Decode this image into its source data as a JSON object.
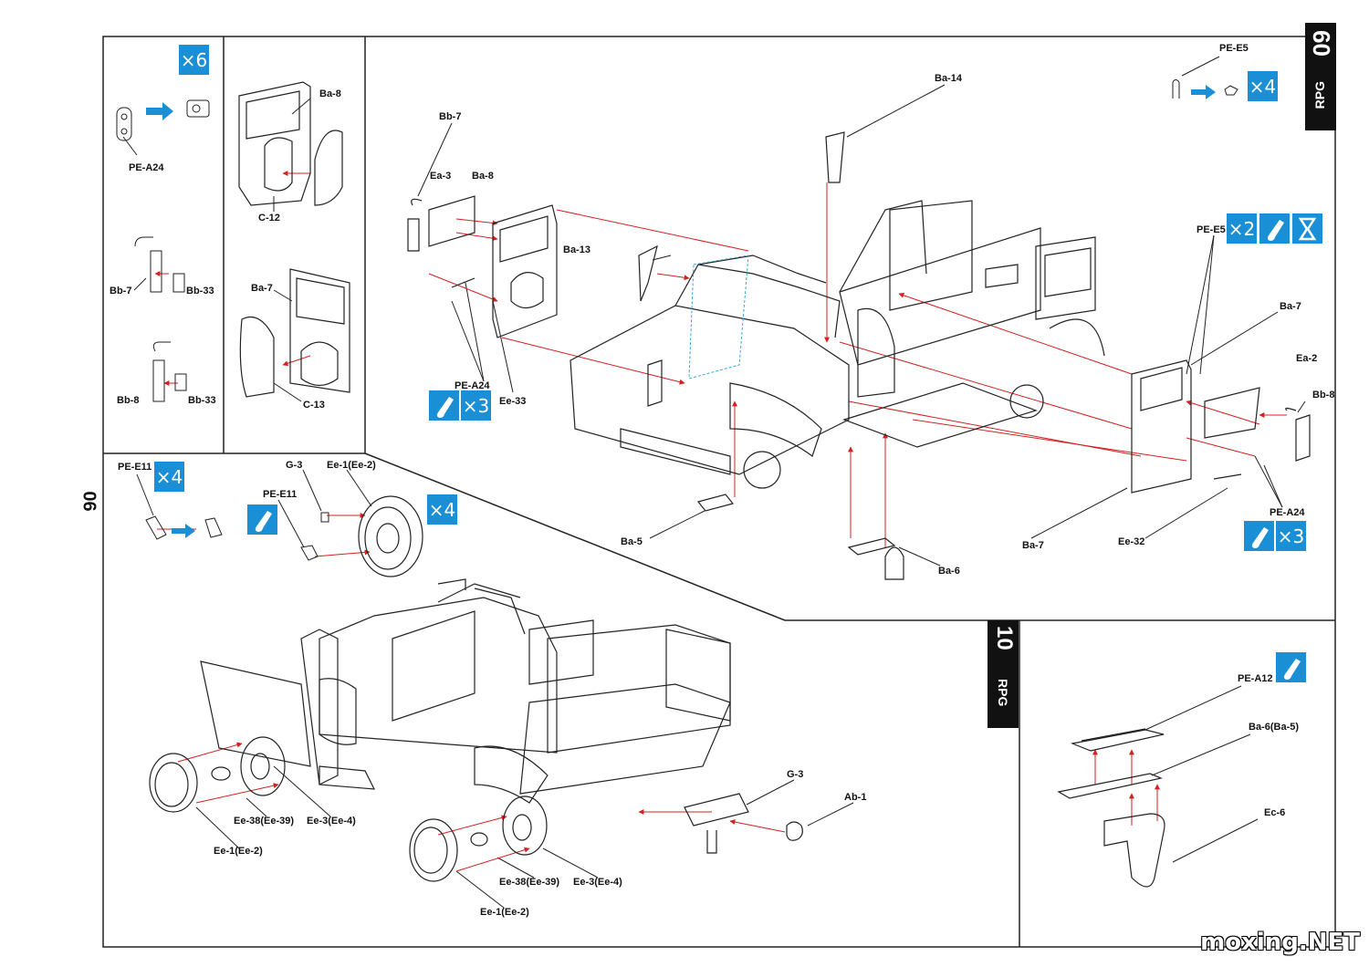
{
  "page_number": "06",
  "steps": [
    {
      "number": "09",
      "brand": "RPG"
    },
    {
      "number": "10",
      "brand": "RPG"
    }
  ],
  "badges": {
    "x6": "×6",
    "x4_pe_e5": "×4",
    "x2": "×2",
    "x3_left": "×3",
    "x3_right": "×3",
    "x4_pe_e11": "×4",
    "x4_wheel": "×4"
  },
  "labels": {
    "pe_a24_top": "PE-A24",
    "ba8_top": "Ba-8",
    "c12": "C-12",
    "bb7_mid": "Bb-7",
    "bb33_mid": "Bb-33",
    "ba7_mid": "Ba-7",
    "bb8_low": "Bb-8",
    "bb33_low": "Bb-33",
    "c13": "C-13",
    "bb7_main": "Bb-7",
    "ea3": "Ea-3",
    "ba8_main": "Ba-8",
    "ba13": "Ba-13",
    "pe_a24_main": "PE-A24",
    "ee33": "Ee-33",
    "ba14": "Ba-14",
    "pe_e5_top": "PE-E5",
    "pe_e5_right": "PE-E5",
    "ba7_right_top": "Ba-7",
    "ea2": "Ea-2",
    "bb8_right": "Bb-8",
    "pe_a24_right": "PE-A24",
    "ba5": "Ba-5",
    "ba6": "Ba-6",
    "ba7_right_bottom": "Ba-7",
    "ee32": "Ee-32",
    "pe_e11_a": "PE-E11",
    "pe_e11_b": "PE-E11",
    "g3_top": "G-3",
    "ee1_ee2_top": "Ee-1(Ee-2)",
    "g3_low": "G-3",
    "ab1": "Ab-1",
    "ee38_a": "Ee-38(Ee-39)",
    "ee3_a": "Ee-3(Ee-4)",
    "ee1_a": "Ee-1(Ee-2)",
    "ee38_b": "Ee-38(Ee-39)",
    "ee3_b": "Ee-3(Ee-4)",
    "ee1_b": "Ee-1(Ee-2)",
    "pe_a12": "PE-A12",
    "ba6_ba5": "Ba-6(Ba-5)",
    "ec6": "Ec-6"
  },
  "icons": [
    "glue-icon",
    "hourglass-icon",
    "arrow-right-icon"
  ],
  "watermark": "moxing.NET",
  "colors": {
    "accent": "#1a8fd6",
    "arrow": "#d42020",
    "line": "#222222"
  }
}
